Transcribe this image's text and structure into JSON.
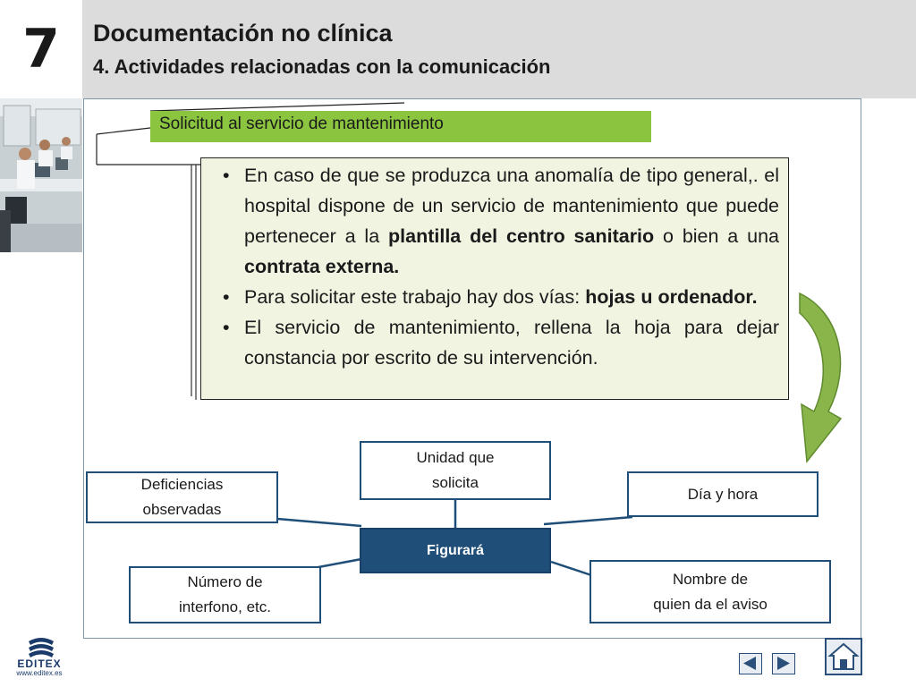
{
  "header": {
    "chapter_number": "7",
    "title": "Documentación no clínica",
    "subtitle": "4. Actividades relacionadas con la comunicación"
  },
  "section": {
    "label": "Solicitud al servicio de mantenimiento"
  },
  "bullets": [
    {
      "parts": [
        {
          "text": "En caso de que se produzca una anomalía de tipo general,. el hospital dispone de un servicio de mantenimiento que puede pertenecer a la ",
          "bold": false
        },
        {
          "text": "plantilla del centro sanitario",
          "bold": true
        },
        {
          "text": " o bien a una ",
          "bold": false
        },
        {
          "text": "contrata externa.",
          "bold": true
        }
      ]
    },
    {
      "parts": [
        {
          "text": "Para solicitar este trabajo hay dos vías: ",
          "bold": false
        },
        {
          "text": "hojas  u ordenador.",
          "bold": true
        }
      ]
    },
    {
      "parts": [
        {
          "text": "El servicio de mantenimiento, rellena la hoja para dejar constancia por escrito de su intervención.",
          "bold": false
        }
      ]
    }
  ],
  "diagram": {
    "center": "Figurará",
    "unidad": "Unidad que\nsolicita",
    "deficiencias": "Deficiencias\nobservadas",
    "dia": "Día y hora",
    "interfono": "Número de\ninterfono, etc.",
    "nombre": "Nombre de\nquien da el aviso"
  },
  "logo": {
    "name": "EDITEX",
    "url": "www.editex.es"
  },
  "nav": {
    "prev_icon": "triangle-left-icon",
    "next_icon": "triangle-right-icon",
    "home_icon": "home-icon"
  },
  "colors": {
    "header_band": "#dcdcdc",
    "section_label": "#8bc53f",
    "bullet_box": "#f2f4e2",
    "node_border": "#1f4e79",
    "arrow": "#8ab54a"
  }
}
